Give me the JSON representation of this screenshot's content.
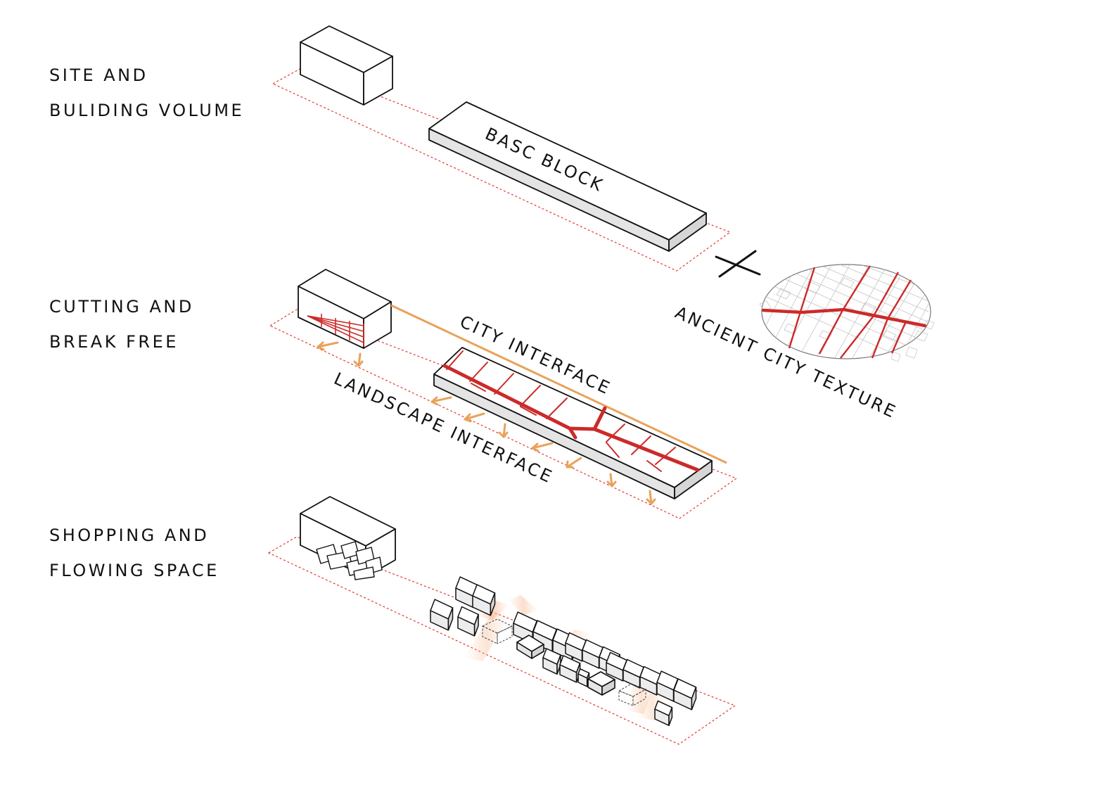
{
  "steps": [
    {
      "line1": "SITE AND",
      "line2": "BULIDING VOLUME"
    },
    {
      "line1": "CUTTING AND",
      "line2": "BREAK FREE"
    },
    {
      "line1": "SHOPPING AND",
      "line2": "FLOWING SPACE"
    }
  ],
  "annotations": {
    "block": "BASC BLOCK",
    "city_interface": "CITY INTERFACE",
    "landscape_interface": "LANDSCAPE INTERFACE",
    "ancient_texture": "ANCIENT CITY TEXTURE"
  },
  "colors": {
    "ink": "#111111",
    "site_outline": "#e23b2e",
    "red_path": "#cc2a2a",
    "orange": "#e8a25a",
    "side_gray": "#e2e2e2"
  }
}
